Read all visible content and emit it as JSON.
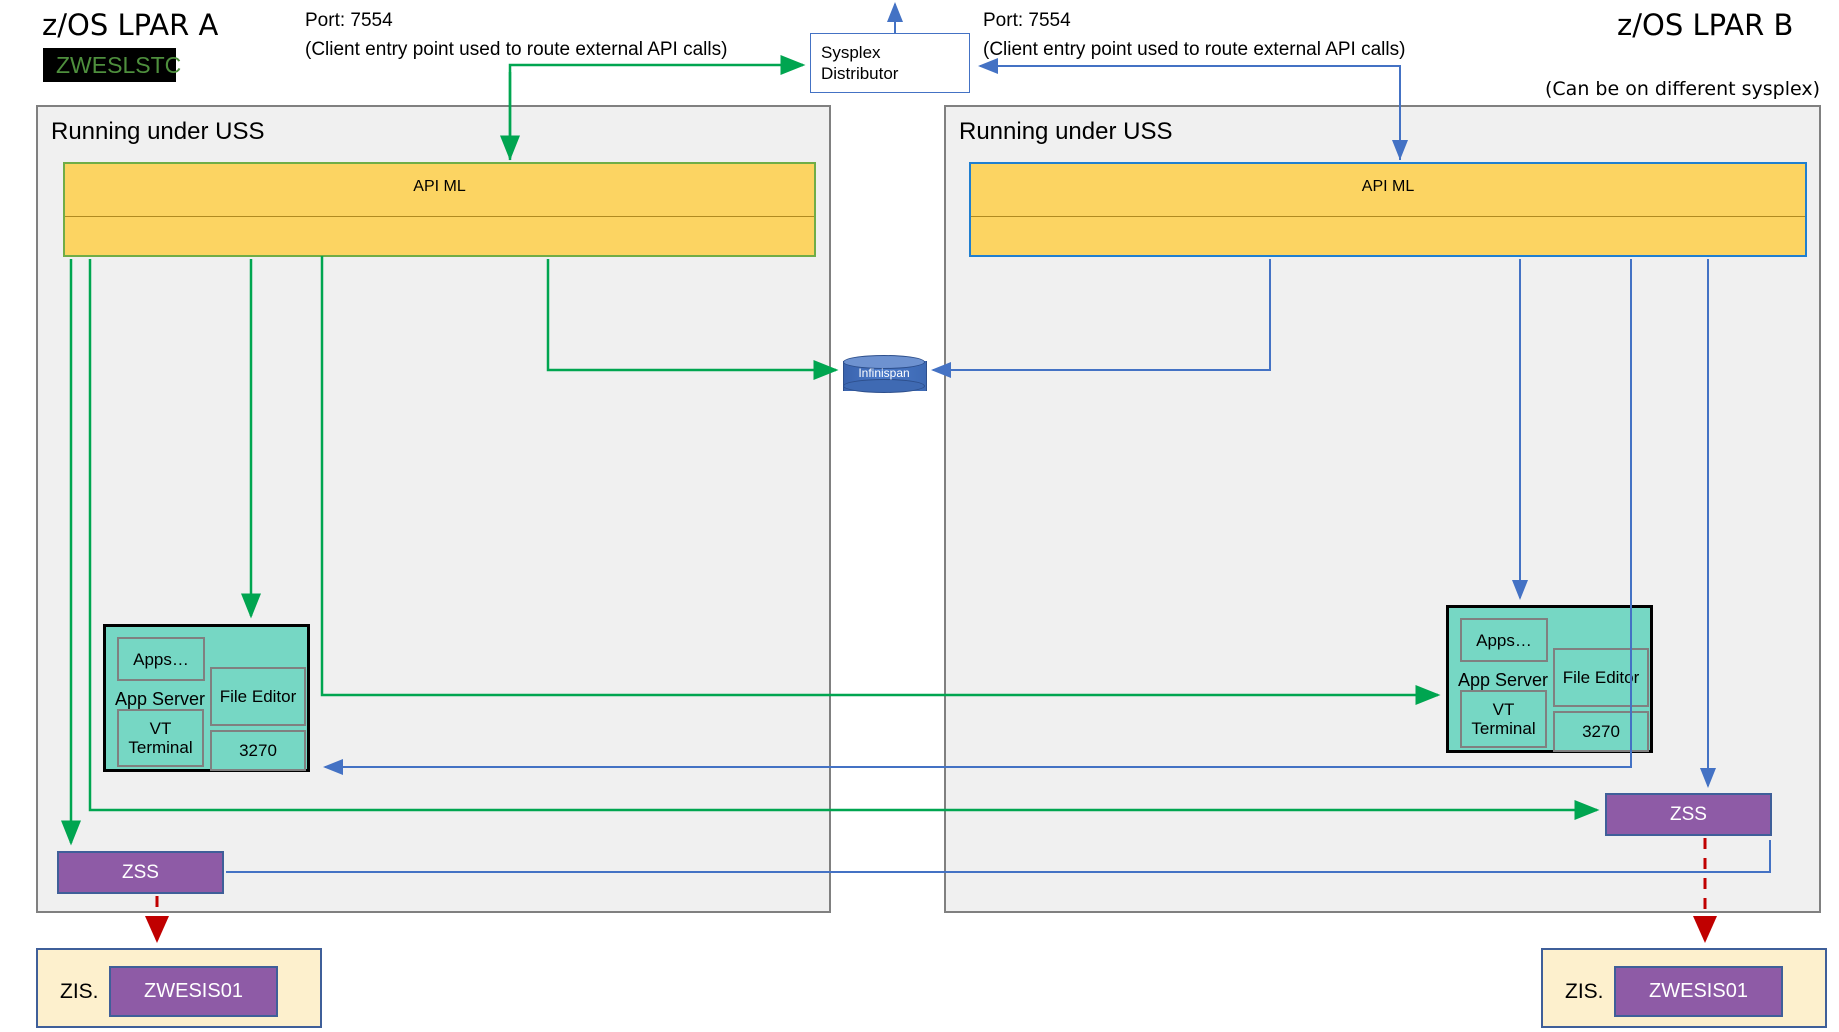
{
  "diagram": {
    "title": "Zowe z/OS LPAR high availability topology",
    "colors": {
      "apiml_fill": "#fcd462",
      "apiml_border_left": "#70ad47",
      "apiml_border_right": "#1f7fd0",
      "appserver_fill": "#76d7c4",
      "zss_fill": "#8e5ba6",
      "zis_fill": "#fdf0cd",
      "infinispan_fill": "#4a79c8",
      "green_arrow": "#00a550",
      "blue_arrow": "#4472c4",
      "red_dashed_arrow": "#c00000",
      "panel_fill": "#f0f0f0",
      "panel_border": "#808080",
      "stc_badge_bg": "#000000",
      "stc_badge_text": "#4e8f3d"
    }
  },
  "left": {
    "lpar_title": "z/OS LPAR A",
    "stc_badge": "ZWESLSTC",
    "uss_label": "Running under USS",
    "apiml_label": "API ML",
    "appserver": {
      "label": "App Server",
      "apps": "Apps…",
      "file_editor": "File Editor",
      "vt_terminal": "VT Terminal",
      "tn3270": "3270"
    },
    "zss_label": "ZSS",
    "zis": {
      "label": "ZIS.",
      "started_task": "ZWESIS01"
    }
  },
  "right": {
    "lpar_title": "z/OS LPAR B",
    "sysplex_note": "(Can be on different sysplex)",
    "uss_label": "Running under USS",
    "apiml_label": "API ML",
    "appserver": {
      "label": "App Server",
      "apps": "Apps…",
      "file_editor": "File Editor",
      "vt_terminal": "VT Terminal",
      "tn3270": "3270"
    },
    "zss_label": "ZSS",
    "zis": {
      "label": "ZIS.",
      "started_task": "ZWESIS01"
    }
  },
  "center": {
    "sysplex_distributor": "Sysplex\nDistributor",
    "sysplex_line1": "Sysplex",
    "sysplex_line2": "Distributor",
    "infinispan_label": "Infinispan"
  },
  "annotations": {
    "left_port": "Port: 7554",
    "left_port_desc": "(Client entry point used to route external API calls)",
    "right_port": "Port: 7554",
    "right_port_desc": "(Client entry point used to route external API calls)"
  }
}
